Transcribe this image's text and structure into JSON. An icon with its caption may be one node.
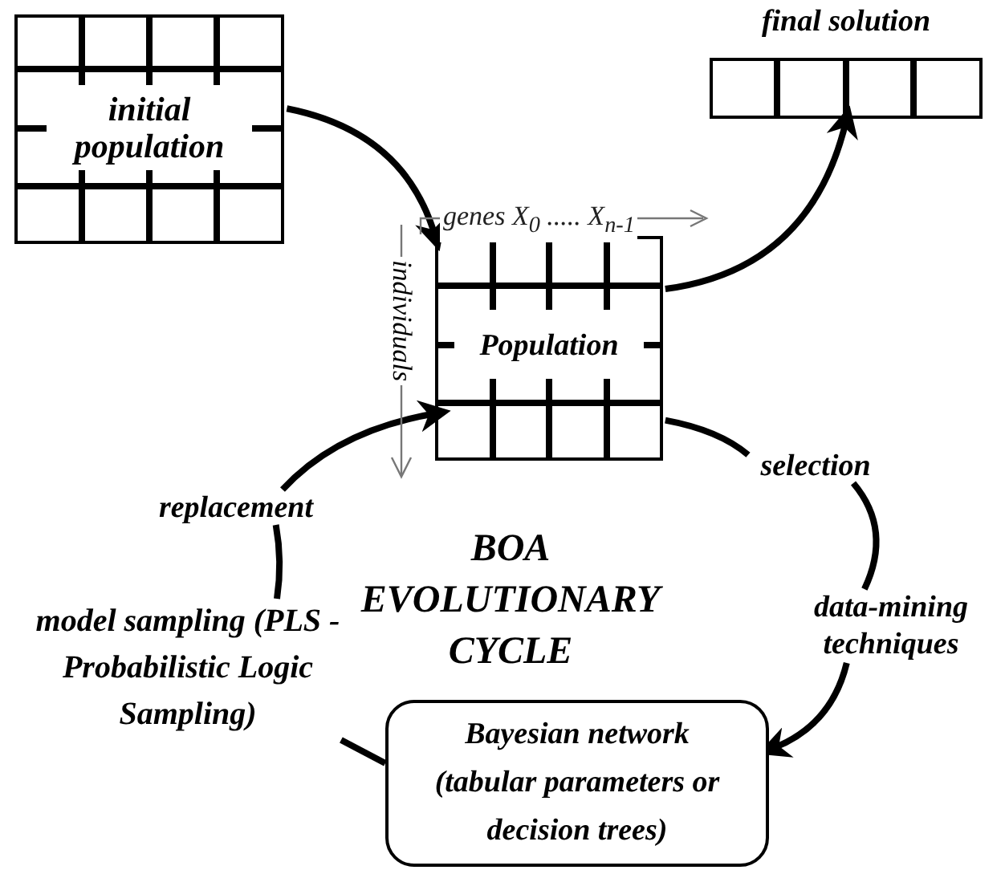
{
  "diagram": {
    "nodes": [
      {
        "text": [
          "initial population"
        ]
      },
      {
        "text": [
          "final solution"
        ]
      },
      {
        "text": [
          "Population"
        ]
      },
      {
        "text": [
          "Bayesian network (tabular parameters or decision trees)"
        ]
      },
      {
        "text": [
          "selection"
        ]
      },
      {
        "text": [
          "data-mining techniques"
        ]
      },
      {
        "text": [
          "model sampling (PLS - Probabilistic Logic Sampling)"
        ]
      },
      {
        "text": [
          "replacement"
        ]
      }
    ],
    "edges": [
      {
        "from": 0,
        "to": 2,
        "arrow": "to"
      },
      {
        "from": 2,
        "to": 1,
        "arrow": "to"
      },
      {
        "from": 2,
        "to": 4,
        "arrow": "none"
      },
      {
        "from": 4,
        "to": 5,
        "arrow": "none"
      },
      {
        "from": 5,
        "to": 3,
        "arrow": "to"
      },
      {
        "from": 3,
        "to": 6,
        "arrow": "none"
      },
      {
        "from": 6,
        "to": 7,
        "arrow": "none"
      },
      {
        "from": 7,
        "to": 2,
        "arrow": "to"
      }
    ],
    "labels": [
      "genes  X$_{0}$ ..... X$_{n-1}$",
      "individuals",
      "BOA EVOLUTIONARY CYCLE"
    ]
  }
}
